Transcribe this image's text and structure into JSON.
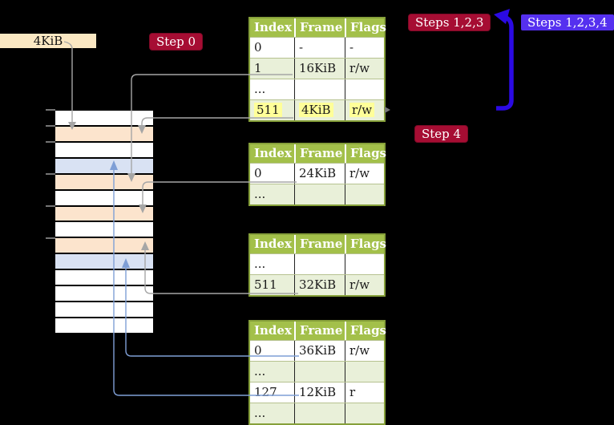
{
  "badges": {
    "step0": "Step 0",
    "steps123": "Steps 1,2,3",
    "steps1234": "Steps 1,2,3,4",
    "step4": "Step 4"
  },
  "memory": {
    "page_size_label": "4KiB",
    "frames": [
      "white",
      "orange",
      "white",
      "blue",
      "orange",
      "white",
      "orange",
      "white",
      "orange",
      "blue",
      "white",
      "white",
      "white",
      "white"
    ]
  },
  "page_tables": [
    {
      "id": "table-1",
      "columns": [
        "Index",
        "Frame",
        "Flags"
      ],
      "rows": [
        {
          "cells": [
            "0",
            "-",
            "-"
          ],
          "alt": false,
          "highlight": false
        },
        {
          "cells": [
            "1",
            "16KiB",
            "r/w"
          ],
          "alt": true,
          "highlight": false
        },
        {
          "cells": [
            "...",
            "",
            ""
          ],
          "alt": false,
          "highlight": false
        },
        {
          "cells": [
            "511",
            "4KiB",
            "r/w"
          ],
          "alt": true,
          "highlight": true
        }
      ]
    },
    {
      "id": "table-2",
      "columns": [
        "Index",
        "Frame",
        "Flags"
      ],
      "rows": [
        {
          "cells": [
            "0",
            "24KiB",
            "r/w"
          ],
          "alt": false,
          "highlight": false
        },
        {
          "cells": [
            "...",
            "",
            ""
          ],
          "alt": true,
          "highlight": false
        }
      ]
    },
    {
      "id": "table-3",
      "columns": [
        "Index",
        "Frame",
        "Flags"
      ],
      "rows": [
        {
          "cells": [
            "...",
            "",
            ""
          ],
          "alt": false,
          "highlight": false
        },
        {
          "cells": [
            "511",
            "32KiB",
            "r/w"
          ],
          "alt": true,
          "highlight": false
        }
      ]
    },
    {
      "id": "table-4",
      "columns": [
        "Index",
        "Frame",
        "Flags"
      ],
      "rows": [
        {
          "cells": [
            "0",
            "36KiB",
            "r/w"
          ],
          "alt": false,
          "highlight": false
        },
        {
          "cells": [
            "...",
            "",
            ""
          ],
          "alt": true,
          "highlight": false
        },
        {
          "cells": [
            "127",
            "12KiB",
            "r"
          ],
          "alt": false,
          "highlight": false
        },
        {
          "cells": [
            "...",
            "",
            ""
          ],
          "alt": true,
          "highlight": false
        }
      ]
    }
  ],
  "colors": {
    "background": "#000000",
    "mem_label_bg": "#fbe8c3",
    "step_red": "#a60d33",
    "steps_blue": "#5530ef",
    "arrow_blue": "#2b0ae4",
    "connector_gray": "#a6a6a6",
    "connector_blue": "#7f9fd6",
    "tick_gray": "#9a9a9a",
    "table_header_bg": "#a3c04a",
    "table_header_text": "#ffffff",
    "table_border": "#86a03a",
    "table_row_bg": "#ffffff",
    "table_row_alt_bg": "#e9f0d9",
    "table_row_line": "#b6c290",
    "table_col_line": "#222222",
    "table_text": "#1a1a1a",
    "highlight": "#ffff99",
    "frame_white": "#ffffff",
    "frame_orange": "#fce4cd",
    "frame_blue": "#d9e2f3"
  }
}
